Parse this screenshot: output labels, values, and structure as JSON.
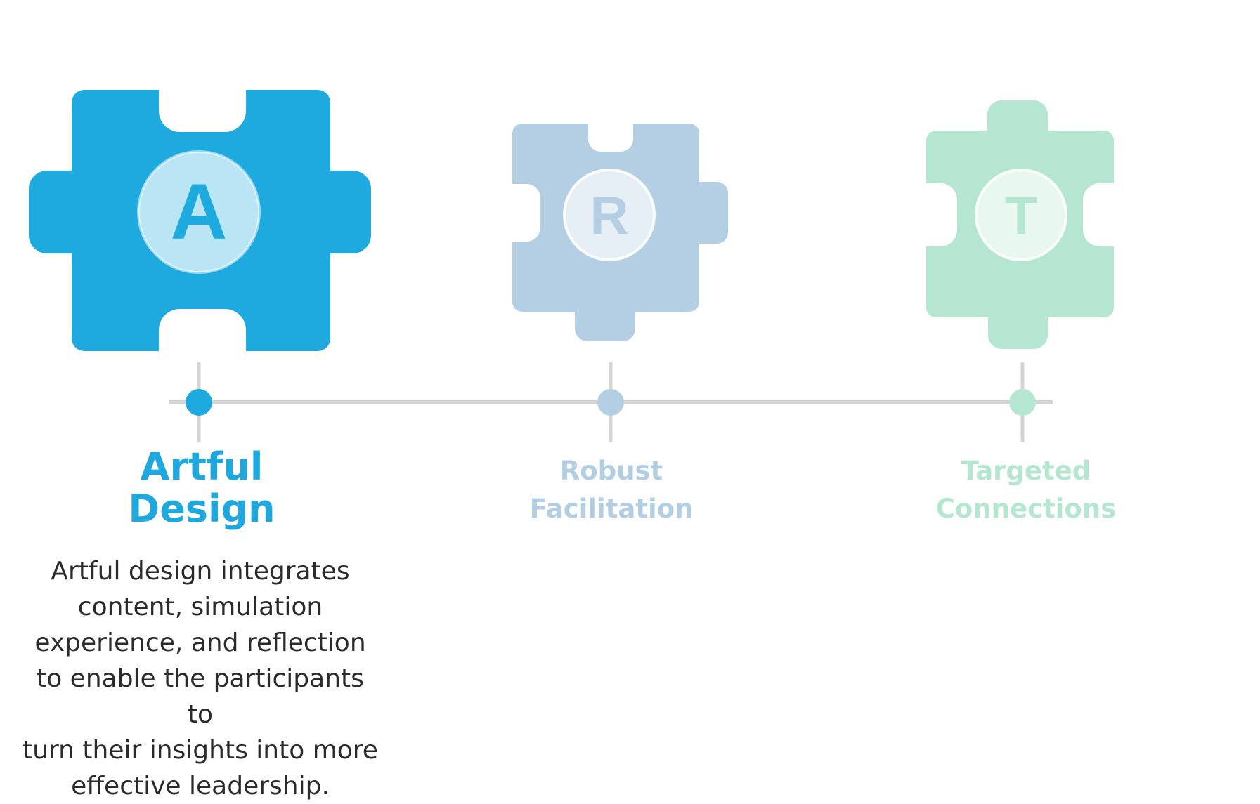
{
  "colors": {
    "a_piece": "#1eaadf",
    "a_circle": "#b9e5f5",
    "a_letter": "#1eaadf",
    "r_piece": "#b4cfe3",
    "r_circle": "#e6eef6",
    "r_letter": "#b4cfe3",
    "t_piece": "#b4e6d1",
    "t_circle": "#e8f7f0",
    "t_letter": "#b4e6d1",
    "timeline": "#d4d4d4",
    "description": "#2b2b2b"
  },
  "pieces": [
    {
      "letter": "A",
      "line1": "Artful",
      "line2": "Design",
      "active": true
    },
    {
      "letter": "R",
      "line1": "Robust",
      "line2": "Facilitation",
      "active": false
    },
    {
      "letter": "T",
      "line1": "Targeted",
      "line2": "Connections",
      "active": false
    }
  ],
  "description": [
    "Artful design integrates",
    "content, simulation",
    "experience, and reflection",
    "to enable the participants to",
    "turn their insights into more",
    "effective leadership."
  ]
}
